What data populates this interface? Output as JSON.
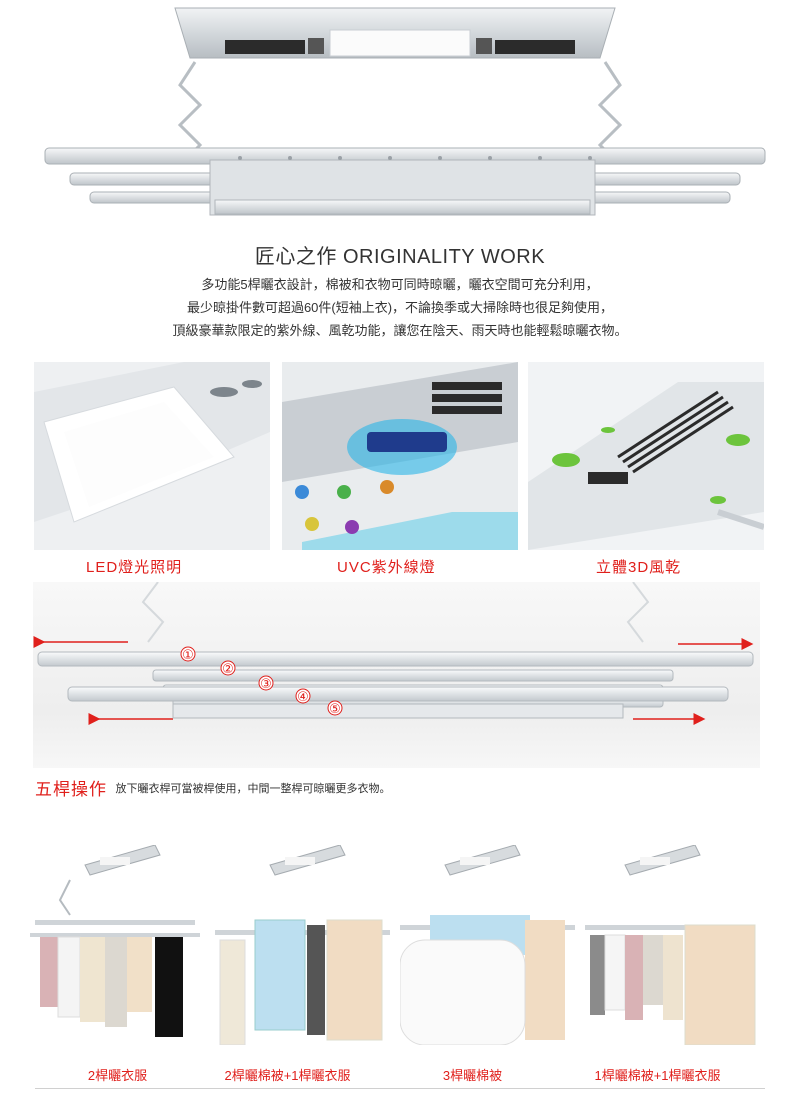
{
  "title": "匠心之作 ORIGINALITY WORK",
  "description_lines": [
    "多功能5桿曬衣設計，棉被和衣物可同時晾曬，曬衣空間可充分利用，",
    "最少晾掛件數可超過60件(短袖上衣)，不論換季或大掃除時也很足夠使用，",
    "頂級豪華款限定的紫外線、風乾功能，讓您在陰天、雨天時也能輕鬆晾曬衣物。"
  ],
  "features": [
    {
      "label": "LED燈光照明",
      "icon": "led-light-panel"
    },
    {
      "label": "UVC紫外線燈",
      "icon": "uvc-germicidal-lamp"
    },
    {
      "label": "立體3D風乾",
      "icon": "3d-air-dry-fan"
    }
  ],
  "rack_poles": [
    "①",
    "②",
    "③",
    "④",
    "⑤"
  ],
  "operation": {
    "title": "五桿操作",
    "description": "放下曬衣桿可當被桿使用，中間一整桿可晾曬更多衣物。"
  },
  "usages": [
    {
      "label": "2桿曬衣服"
    },
    {
      "label": "2桿曬棉被+1桿曬衣服"
    },
    {
      "label": "3桿曬棉被"
    },
    {
      "label": "1桿曬棉被+1桿曬衣服"
    }
  ],
  "colors": {
    "accent": "#e0201c",
    "text": "#333333",
    "metal": "#c9ced3"
  }
}
